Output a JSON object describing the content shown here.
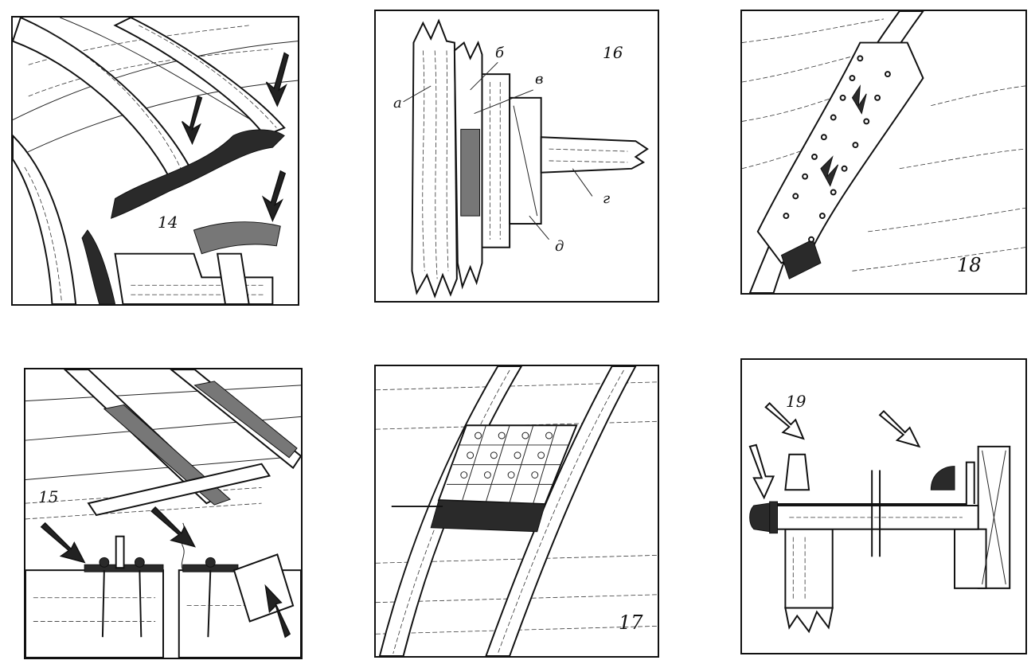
{
  "figures": {
    "fig14": {
      "number": "14"
    },
    "fig15": {
      "number": "15"
    },
    "fig16": {
      "number": "16",
      "labels": {
        "a": "а",
        "b": "б",
        "v": "в",
        "g": "г",
        "d": "д"
      }
    },
    "fig17": {
      "number": "17"
    },
    "fig18": {
      "number": "18"
    },
    "fig19": {
      "number": "19"
    }
  }
}
